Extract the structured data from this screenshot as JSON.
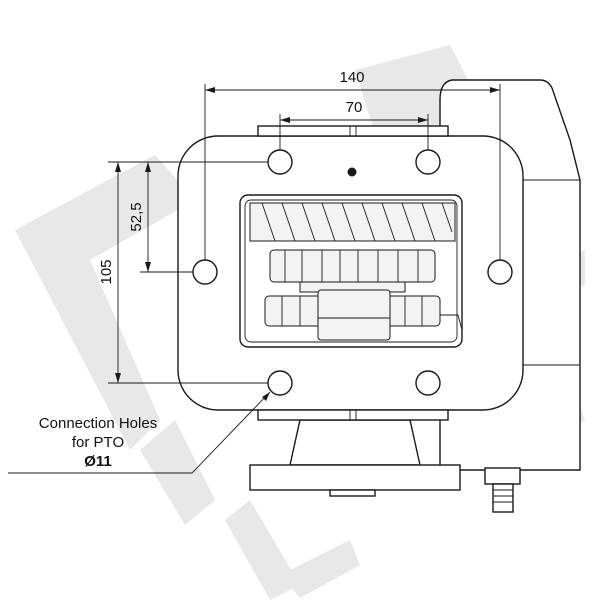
{
  "dimensions": {
    "outer_width": "140",
    "inner_width": "70",
    "half_height": "52,5",
    "full_height": "105"
  },
  "callout": {
    "line1": "Connection Holes",
    "line2": "for PTO",
    "line3": "Ø11"
  },
  "watermark": {
    "text": "LK",
    "color": "#e9e9e9"
  }
}
